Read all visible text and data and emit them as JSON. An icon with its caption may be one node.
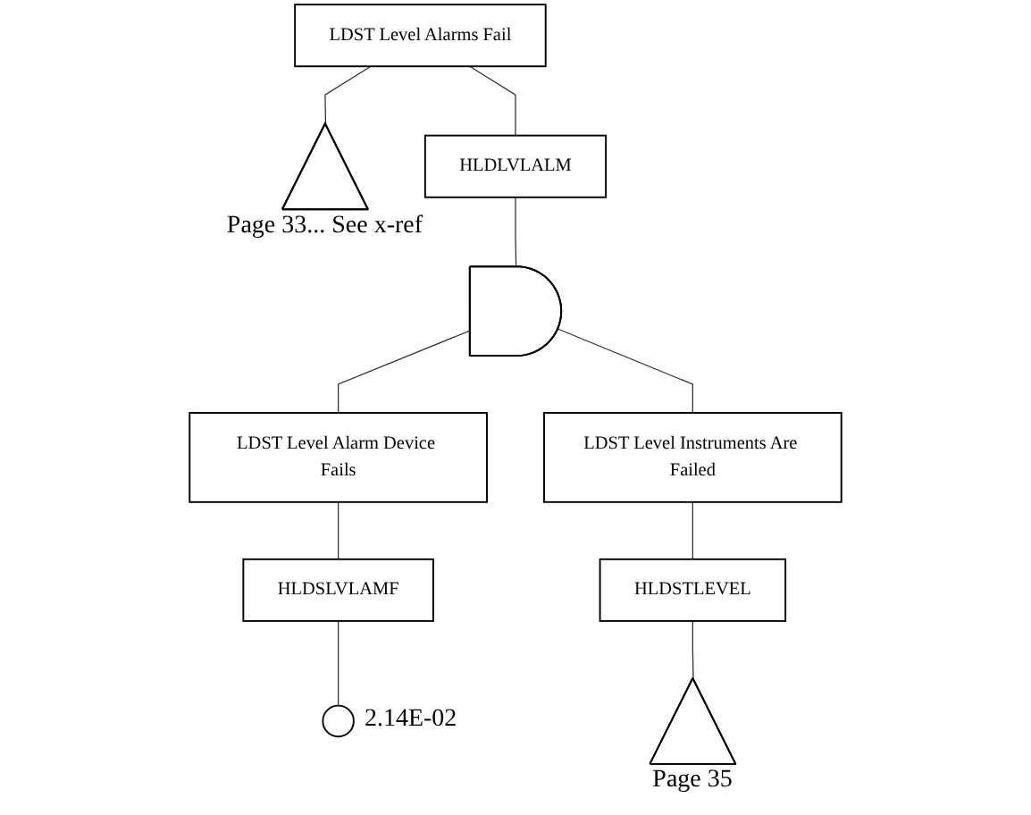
{
  "diagram": {
    "nodes": [
      {
        "text": [
          "LDST Level Alarms Fail"
        ]
      },
      {
        "text": [],
        "shape": "triangle",
        "beside": [
          "Page 33... See x-ref"
        ]
      },
      {
        "text": [
          "HLDLVLALM"
        ]
      },
      {
        "text": [],
        "shape": "gate"
      },
      {
        "text": [
          "LDST Level Alarm Device Fails"
        ]
      },
      {
        "text": [
          "HLDSLVLAMF"
        ]
      },
      {
        "text": [],
        "shape": "circle",
        "beside": [
          "2.14E-02"
        ]
      },
      {
        "text": [
          "LDST Level Instruments Are Failed"
        ]
      },
      {
        "text": [
          "HLDSTLEVEL"
        ]
      },
      {
        "text": [],
        "shape": "triangle",
        "beside": [
          "Page 35"
        ]
      }
    ],
    "edges": [
      {
        "from": 0,
        "to": 1,
        "arrow": "none"
      },
      {
        "from": 0,
        "to": 2,
        "arrow": "none"
      },
      {
        "from": 2,
        "to": 3,
        "arrow": "none"
      },
      {
        "from": 3,
        "to": 4,
        "arrow": "none"
      },
      {
        "from": 3,
        "to": 7,
        "arrow": "none"
      },
      {
        "from": 4,
        "to": 5,
        "arrow": "none"
      },
      {
        "from": 5,
        "to": 6,
        "arrow": "none"
      },
      {
        "from": 7,
        "to": 8,
        "arrow": "none"
      },
      {
        "from": 8,
        "to": 9,
        "arrow": "none"
      }
    ]
  }
}
